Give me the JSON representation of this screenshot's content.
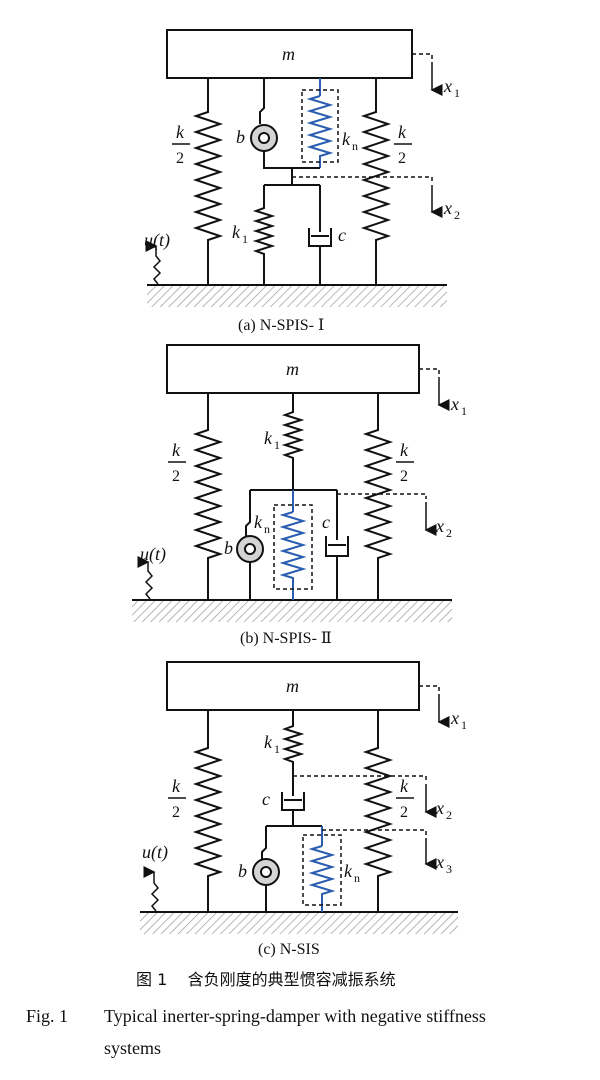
{
  "diagrams": [
    {
      "mass": "m",
      "k_top": "k",
      "k_bottom": "2",
      "b": "b",
      "kn_main": "k",
      "kn_sub": "n",
      "k1_main": "k",
      "k1_sub": "1",
      "c": "c",
      "u": "u(t)",
      "x1_main": "x",
      "x1_sub": "1",
      "x2_main": "x",
      "x2_sub": "2",
      "caption": "(a) N-SPIS- Ⅰ"
    },
    {
      "mass": "m",
      "k_top": "k",
      "k_bottom": "2",
      "b": "b",
      "kn_main": "k",
      "kn_sub": "n",
      "k1_main": "k",
      "k1_sub": "1",
      "c": "c",
      "u": "u(t)",
      "x1_main": "x",
      "x1_sub": "1",
      "x2_main": "x",
      "x2_sub": "2",
      "caption": "(b) N-SPIS- Ⅱ"
    },
    {
      "mass": "m",
      "k_top": "k",
      "k_bottom": "2",
      "b": "b",
      "kn_main": "k",
      "kn_sub": "n",
      "k1_main": "k",
      "k1_sub": "1",
      "c": "c",
      "u": "u(t)",
      "x1_main": "x",
      "x1_sub": "1",
      "x2_main": "x",
      "x2_sub": "2",
      "x3_main": "x",
      "x3_sub": "3",
      "caption": "(c) N-SIS"
    }
  ],
  "figure_caption_zh": "图 1    含负刚度的典型惯容减振系统",
  "figure_caption_en_label": "Fig. 1",
  "figure_caption_en_line1": "Typical inerter-spring-damper with negative stiffness",
  "figure_caption_en_line2": "systems",
  "colors": {
    "ink": "#111111",
    "blue_spring": "#2a5db0",
    "hatch": "#9a9a9a",
    "inerter_fill": "#d4d4d4"
  }
}
